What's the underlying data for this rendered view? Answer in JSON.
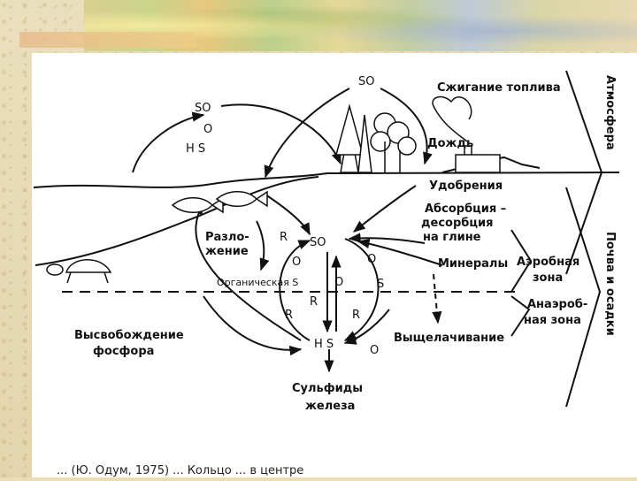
{
  "labels": {
    "so2_top": "SO",
    "so2_left": "SO",
    "o_left": "O",
    "h2s_left": "H S",
    "fuel": "Сжигание топлива",
    "rain": "Дождь",
    "fertilizer": "Удобрения",
    "absorption": "Абсорбция –",
    "desorption": "десорбция",
    "on_clay": "на глине",
    "decomp1": "Разло-",
    "decomp2": "жение",
    "organic": "Органическая S",
    "so4_center": "SO",
    "o_center": "O",
    "s_center": "S",
    "minerals": "Минералы",
    "aerobic1": "Аэробная",
    "aerobic2": "зона",
    "anaerobic1": "Анаэроб-",
    "anaerobic2": "ная зона",
    "leaching": "Выщелачивание",
    "phos1": "Высвобождение",
    "phos2": "фосфора",
    "h2s_center": "H S",
    "sulfides1": "Сульфиды",
    "sulfides2": "железа",
    "atmosphere": "Атмосфера",
    "soil": "Почва и осадки",
    "r": "R",
    "o": "O"
  },
  "caption": "... (Ю. Одум, 1975) ... Кольцо ... в центре"
}
